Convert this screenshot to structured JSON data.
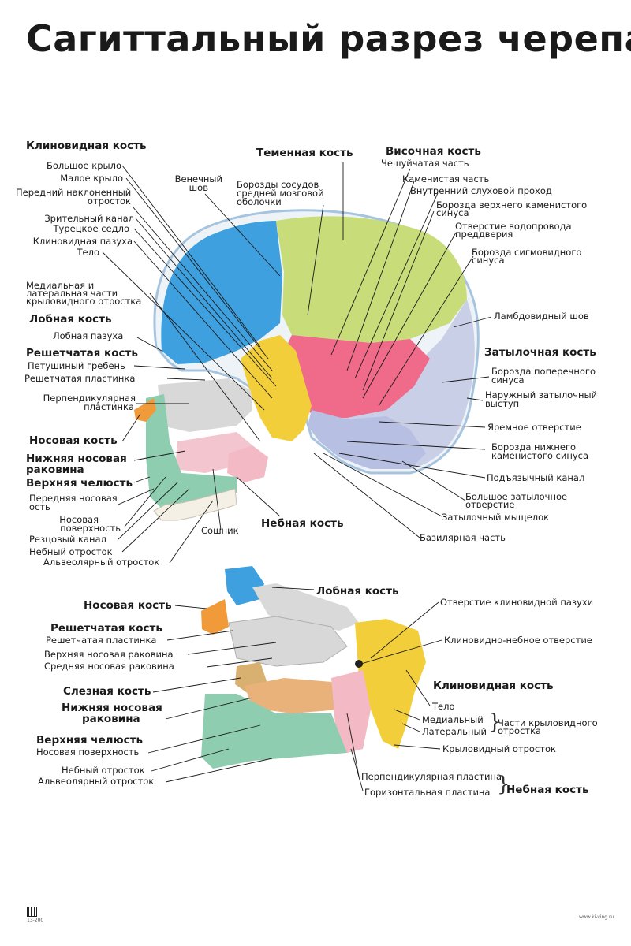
{
  "title": "Сагиттальный разрез черепа",
  "colors": {
    "frontal": "#3ea0df",
    "parietal": "#c8dc7a",
    "temporal": "#f06a8a",
    "occipital": "#c9cfe6",
    "sphenoid": "#f2cf3a",
    "ethmoid": "#d8d8d8",
    "maxilla": "#8ecdb0",
    "palatine": "#f3b9c4",
    "nasal": "#f09a3a",
    "lacrimal": "#d8b070",
    "inferior_concha": "#e8b27a"
  },
  "upper": {
    "sphenoid_title": "Клиновидная кость",
    "sphenoid_items": [
      "Большое крыло",
      "Малое крыло",
      "Передний наклоненный",
      "отросток",
      "Зрительный канал",
      "Турецкое седло",
      "Клиновидная пазуха",
      "Тело"
    ],
    "coronal_suture": [
      "Венечный",
      "шов"
    ],
    "pterygoid_plates": [
      "Медиальная и",
      "латеральная части",
      "крыловидного отростка"
    ],
    "frontal_title": "Лобная кость",
    "frontal_sinus": "Лобная пазуха",
    "ethmoid_title": "Решетчатая кость",
    "crista_galli": "Петушиный гребень",
    "cribriform_plate": "Решетчатая пластинка",
    "perpendicular_plate": [
      "Перпендикулярная",
      "пластинка"
    ],
    "nasal_title": "Носовая кость",
    "inferior_concha_title": [
      "Нижняя носовая",
      "раковина"
    ],
    "maxilla_title": "Верхняя челюсть",
    "maxilla_items": [
      "Передняя носовая",
      "ость",
      "Носовая",
      "поверхность",
      "Резцовый канал",
      "Небный отросток",
      "Альвеолярный отросток"
    ],
    "vomer": "Сошник",
    "palatine_title": "Небная кость",
    "parietal_title": "Теменная кость",
    "meningeal_grooves": [
      "Борозды сосудов",
      "средней мозговой",
      "оболочки"
    ],
    "temporal_title": "Височная кость",
    "temporal_items": [
      "Чешуйчатая часть",
      "Каменистая часть",
      "Внутренний слуховой проход",
      "Борозда верхнего каменистого",
      "синуса",
      "Отверстие водопровода",
      "преддверия",
      "Борозда сигмовидного",
      "синуса"
    ],
    "lambdoid_suture": "Ламбдовидный шов",
    "occipital_title": "Затылочная кость",
    "occipital_items": [
      "Борозда поперечного",
      "синуса",
      "Наружный затылочный",
      "выступ",
      "Яремное отверстие",
      "Борозда нижнего",
      "каменистого синуса",
      "Подъязычный канал",
      "Большое затылочное",
      "отверстие",
      "Затылочный мыщелок",
      "Базилярная часть"
    ]
  },
  "lower": {
    "frontal_title": "Лобная кость",
    "nasal_title": "Носовая кость",
    "ethmoid_title": "Решетчатая кость",
    "ethmoid_items": [
      "Решетчатая пластинка",
      "Верхняя носовая раковина",
      "Средняя носовая раковина"
    ],
    "lacrimal_title": "Слезная кость",
    "inferior_concha_title": [
      "Нижняя носовая",
      "раковина"
    ],
    "maxilla_title": "Верхняя челюсть",
    "maxilla_items": [
      "Носовая поверхность",
      "Небный отросток",
      "Альвеолярный отросток"
    ],
    "sphenoid_sinus_opening": "Отверстие клиновидной пазухи",
    "sphenopalatine_foramen": "Клиновидно-небное отверстие",
    "sphenoid_title": "Клиновидная кость",
    "sphenoid_body": "Тело",
    "medial": "Медиальный",
    "lateral": "Латеральный",
    "pterygoid_plates": [
      "Части крыловидного",
      "отростка"
    ],
    "pterygoid_process": "Крыловидный отросток",
    "palatine_items": [
      "Перпендикулярная пластина",
      "Горизонтальная пластина"
    ],
    "palatine_title": "Небная кость"
  },
  "footer": {
    "code": "13-200",
    "site": "www.ki-ving.ru"
  }
}
